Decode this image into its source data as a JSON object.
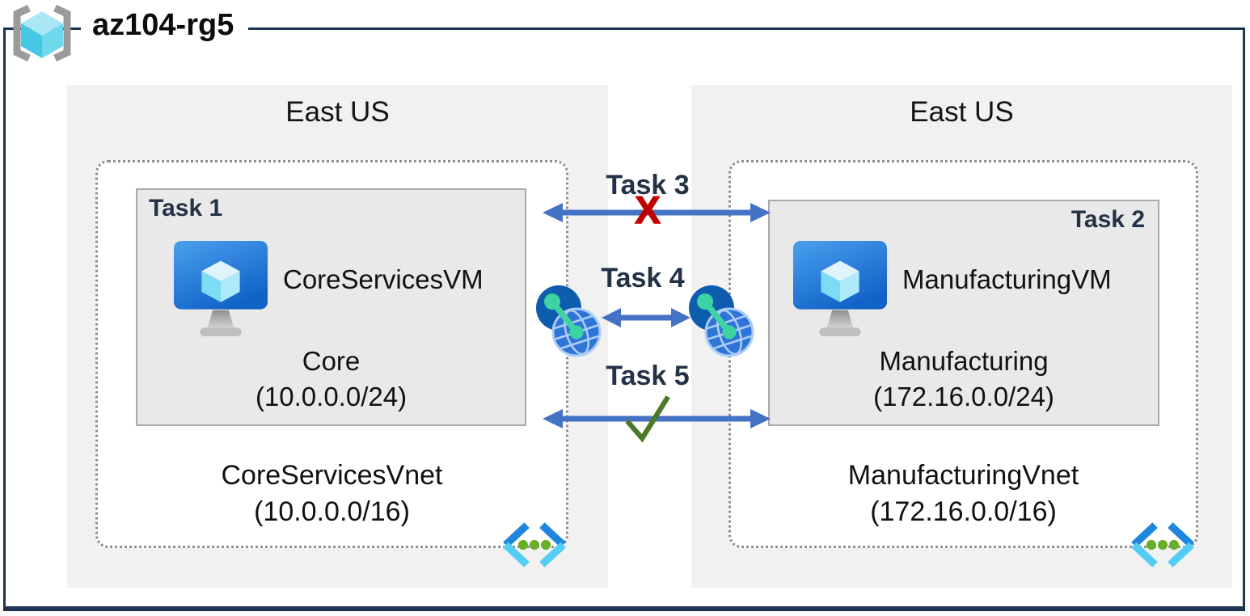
{
  "header": {
    "resource_group_label": "az104-rg5"
  },
  "left": {
    "region_label": "East US",
    "vnet_name": "CoreServicesVnet",
    "vnet_cidr": "(10.0.0.0/16)",
    "subnet": {
      "task_label": "Task 1",
      "vm_name": "CoreServicesVM",
      "subnet_name": "Core",
      "subnet_cidr": "(10.0.0.0/24)"
    }
  },
  "right": {
    "region_label": "East US",
    "vnet_name": "ManufacturingVnet",
    "vnet_cidr": "(172.16.0.0/16)",
    "subnet": {
      "task_label": "Task 2",
      "vm_name": "ManufacturingVM",
      "subnet_name": "Manufacturing",
      "subnet_cidr": "(172.16.0.0/24)"
    }
  },
  "connections": {
    "task3": {
      "label": "Task 3",
      "status": "blocked",
      "status_glyph": "X"
    },
    "task4": {
      "label": "Task 4",
      "status": "peering"
    },
    "task5": {
      "label": "Task 5",
      "status": "allowed",
      "status_glyph": "✓"
    }
  },
  "icons": {
    "resource_group": "resource-group-icon",
    "virtual_machine": "vm-icon",
    "vnet_peering": "vnet-peering-icon",
    "virtual_network": "virtual-network-icon",
    "blocked": "blocked-x-icon",
    "allowed": "check-icon"
  },
  "colors": {
    "navy": "#1f3453",
    "task-label": "#233247",
    "arrow-blue": "#4472c4",
    "blocked-red": "#c00000",
    "allowed-green": "#4c7a28",
    "region-bg": "#f1f1f1",
    "subnet-bg": "#e9e9e9"
  }
}
